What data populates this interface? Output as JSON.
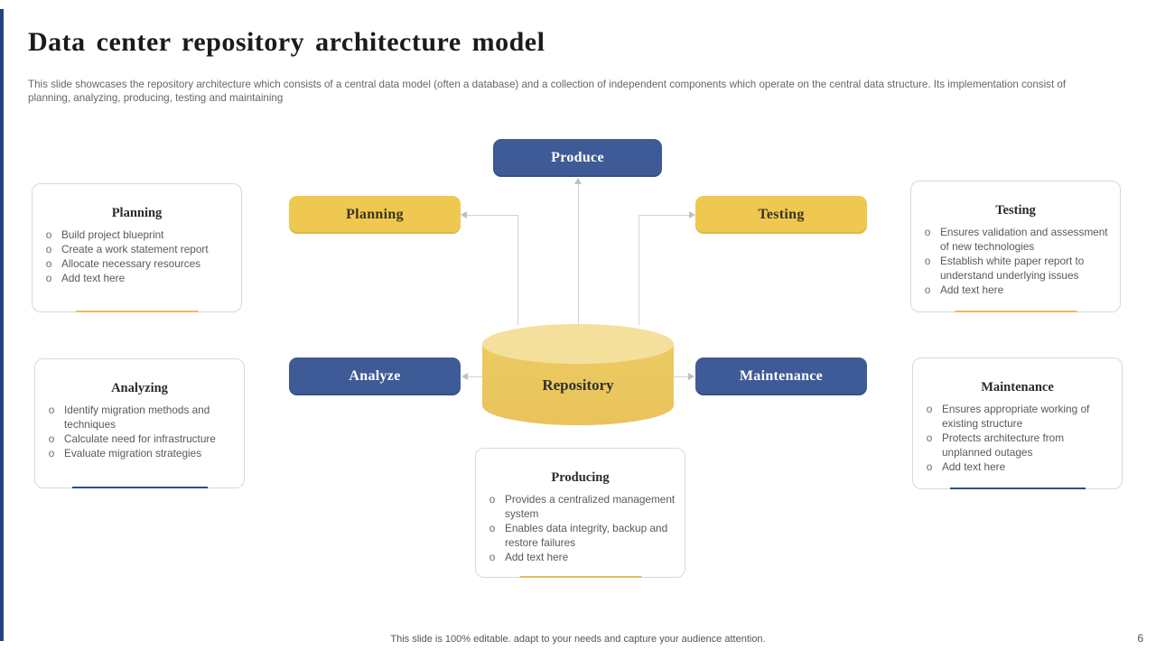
{
  "slide": {
    "title": "Data center repository architecture model",
    "subtitle": "This slide showcases the repository architecture which consists of a central data model (often a database) and a collection of independent components which operate on the central data structure. Its implementation consist of planning, analyzing, producing, testing and maintaining",
    "footer": "This slide is 100% editable. adapt to your needs and capture your audience attention.",
    "page_number": "6"
  },
  "bullet_marker": "o",
  "diagram": {
    "repository_label": "Repository",
    "produce_label": "Produce",
    "planning_label": "Planning",
    "testing_label": "Testing",
    "analyze_label": "Analyze",
    "maintenance_label": "Maintenance"
  },
  "cards": {
    "planning": {
      "title": "Planning",
      "bullets": [
        "Build project blueprint",
        "Create a work statement report",
        "Allocate necessary resources",
        "Add text here"
      ]
    },
    "analyzing": {
      "title": "Analyzing",
      "bullets": [
        "Identify migration methods and techniques",
        "Calculate need for infrastructure",
        "Evaluate migration strategies"
      ]
    },
    "testing": {
      "title": "Testing",
      "bullets": [
        "Ensures validation and assessment of new technologies",
        "Establish white paper report to understand underlying issues",
        "Add text here"
      ]
    },
    "maintenance": {
      "title": "Maintenance",
      "bullets": [
        "Ensures appropriate working of existing structure",
        "Protects architecture from unplanned outages",
        "Add text here"
      ]
    },
    "producing": {
      "title": "Producing",
      "bullets": [
        "Provides a centralized management system",
        "Enables data integrity, backup and restore failures",
        "Add text here"
      ]
    }
  },
  "colors": {
    "navy": "#3e5b97",
    "yellow": "#eec851",
    "cylinder_body": "#ebc75e",
    "cylinder_top": "#f4e09c",
    "accent_yellow": "#e5bd60",
    "accent_navy": "#2d4d8e",
    "connector_gray": "#d2d2d2"
  }
}
